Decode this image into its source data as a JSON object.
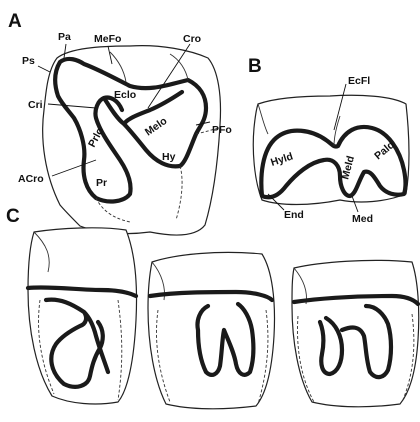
{
  "panels": {
    "a": {
      "letter": "A",
      "labels": {
        "pa": "Pa",
        "mefo": "MeFo",
        "cro": "Cro",
        "ps": "Ps",
        "eclo": "Eclo",
        "cri": "Cri",
        "melo": "Melo",
        "pfo": "PFo",
        "prlo": "Prlo",
        "hy": "Hy",
        "acro": "ACro",
        "pr": "Pr"
      }
    },
    "b": {
      "letter": "B",
      "labels": {
        "ecfl": "EcFl",
        "hyld": "Hyld",
        "meld": "Meld",
        "pald": "Pald",
        "end": "End",
        "med": "Med"
      }
    },
    "c": {
      "letter": "C"
    }
  }
}
